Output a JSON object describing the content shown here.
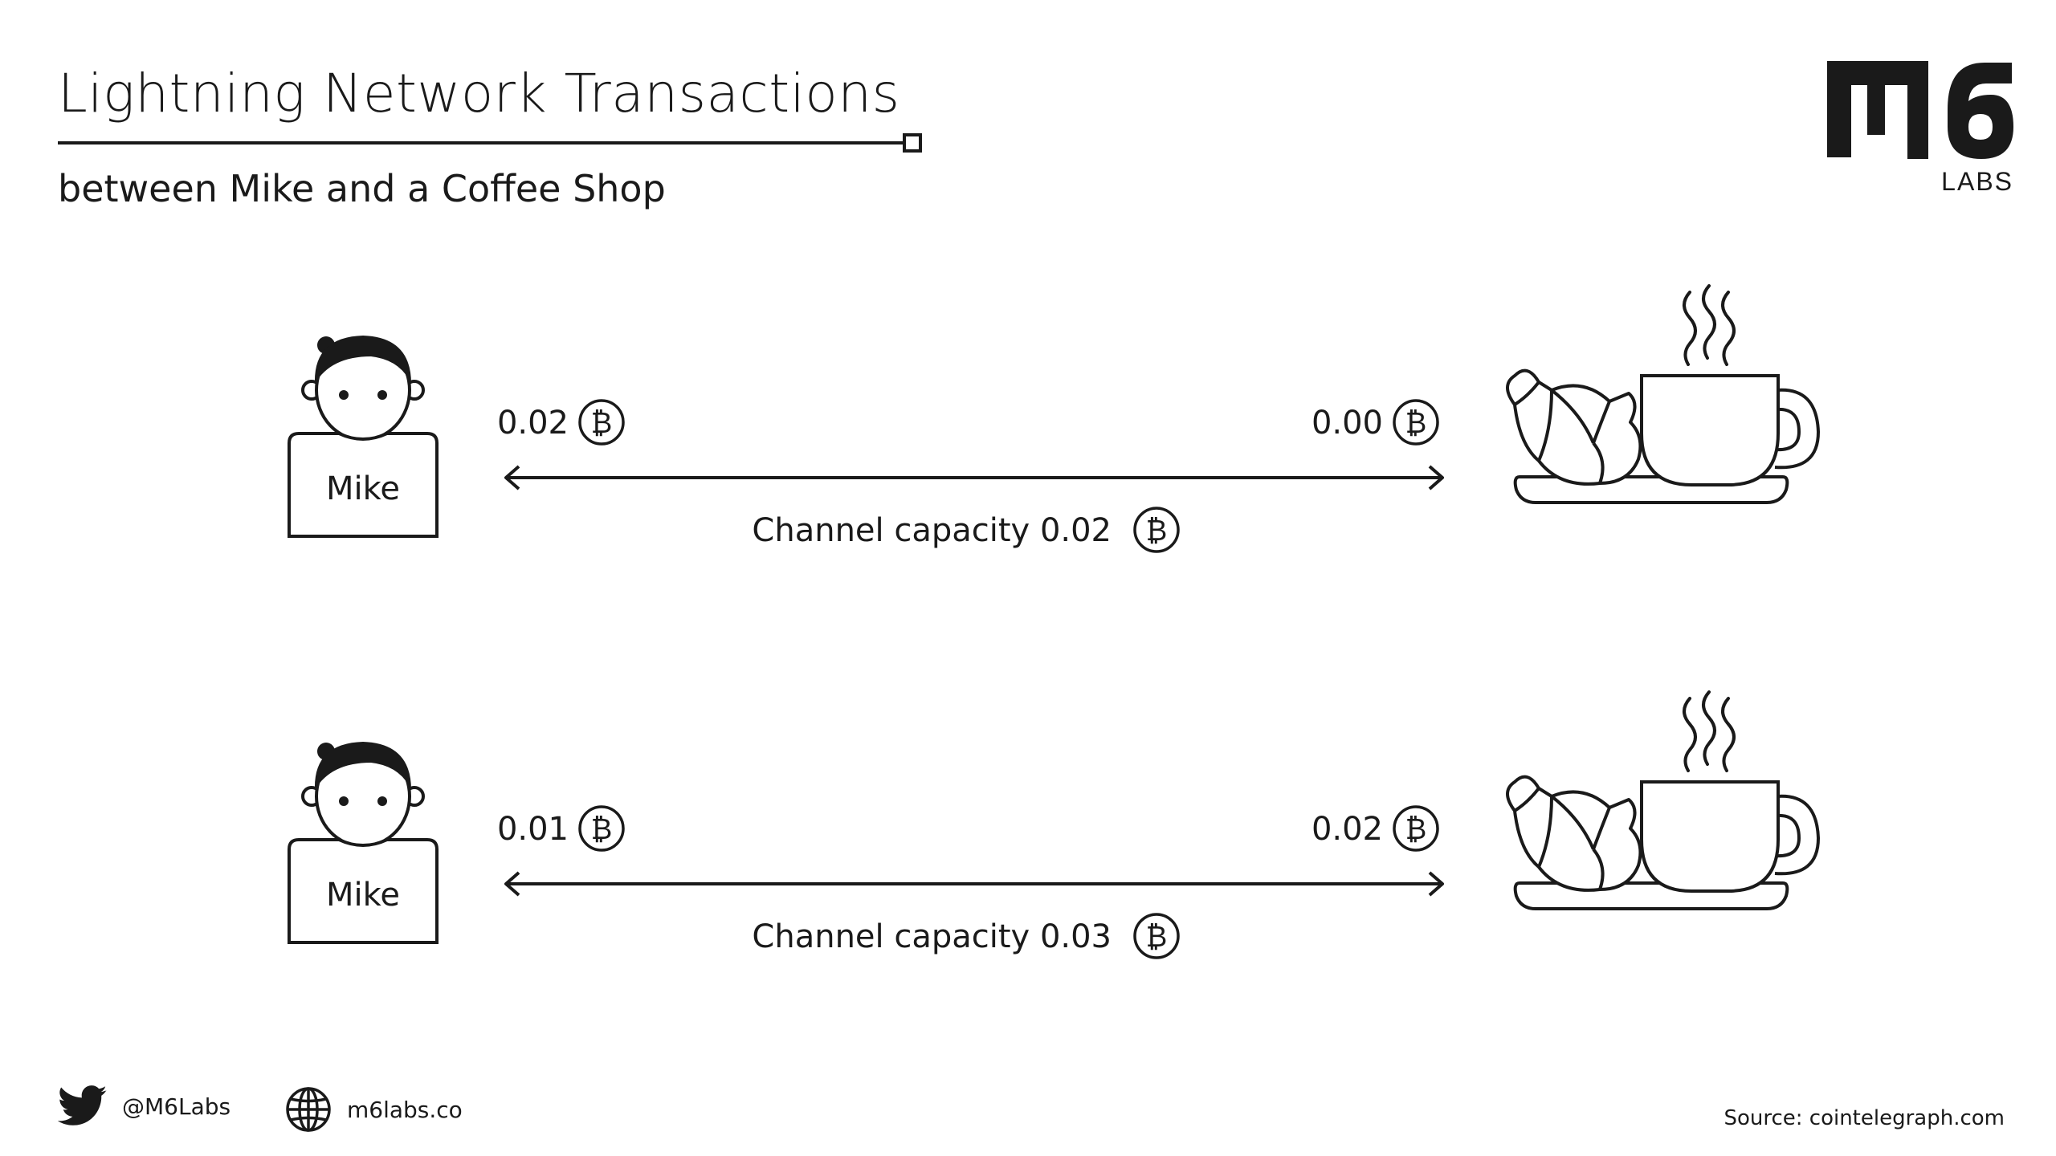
{
  "header": {
    "title": "Lightning Network Transactions",
    "subtitle": "between Mike and a Coffee Shop"
  },
  "logo": {
    "mark": "M6",
    "sub": "LABS",
    "color": "#1a1a1a"
  },
  "channels": [
    {
      "person_label": "Mike",
      "left_balance": "0.02",
      "right_balance": "0.00",
      "capacity_label": "Channel capacity 0.02"
    },
    {
      "person_label": "Mike",
      "left_balance": "0.01",
      "right_balance": "0.02",
      "capacity_label": "Channel capacity 0.03"
    }
  ],
  "icons": {
    "person": "person-icon",
    "coffee_shop": "coffee-croissant-icon",
    "currency": "bitcoin-icon",
    "arrow": "double-arrow-icon"
  },
  "footer": {
    "twitter_handle": "@M6Labs",
    "website": "m6labs.co",
    "source": "Source: cointelegraph.com"
  },
  "colors": {
    "ink": "#1a1a1a",
    "background": "#ffffff"
  }
}
